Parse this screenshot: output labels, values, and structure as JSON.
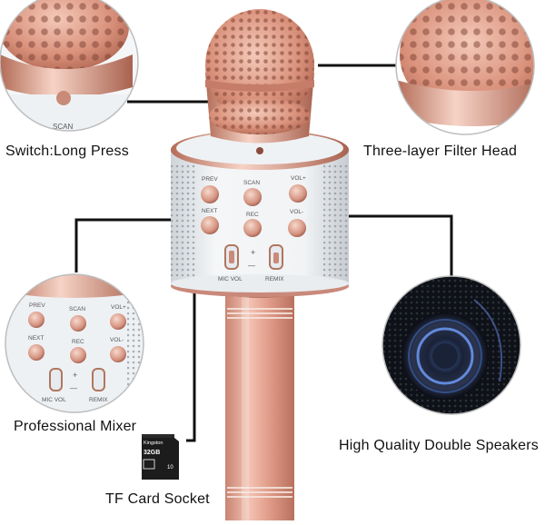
{
  "callouts": {
    "switch": "Switch:Long Press",
    "filter_head": "Three-layer Filter Head",
    "mixer": "Professional Mixer",
    "speakers": "High Quality Double Speakers",
    "tf_card": "TF Card Socket"
  },
  "panel_labels": {
    "prev": "PREV",
    "scan": "SCAN",
    "vol_plus": "VOL+",
    "next": "NEXT",
    "rec": "REC",
    "vol_minus": "VOL-",
    "mic_vol": "MIC VOL",
    "remix": "REMIX",
    "plus": "+",
    "minus": "—"
  },
  "sd_card": {
    "brand": "Kingston",
    "capacity": "32GB",
    "class_mark": "10"
  },
  "colors": {
    "rose_gold": "#e6a790",
    "rose_gold_dark": "#b8705a",
    "panel": "#eef1f4",
    "line": "#111111"
  }
}
